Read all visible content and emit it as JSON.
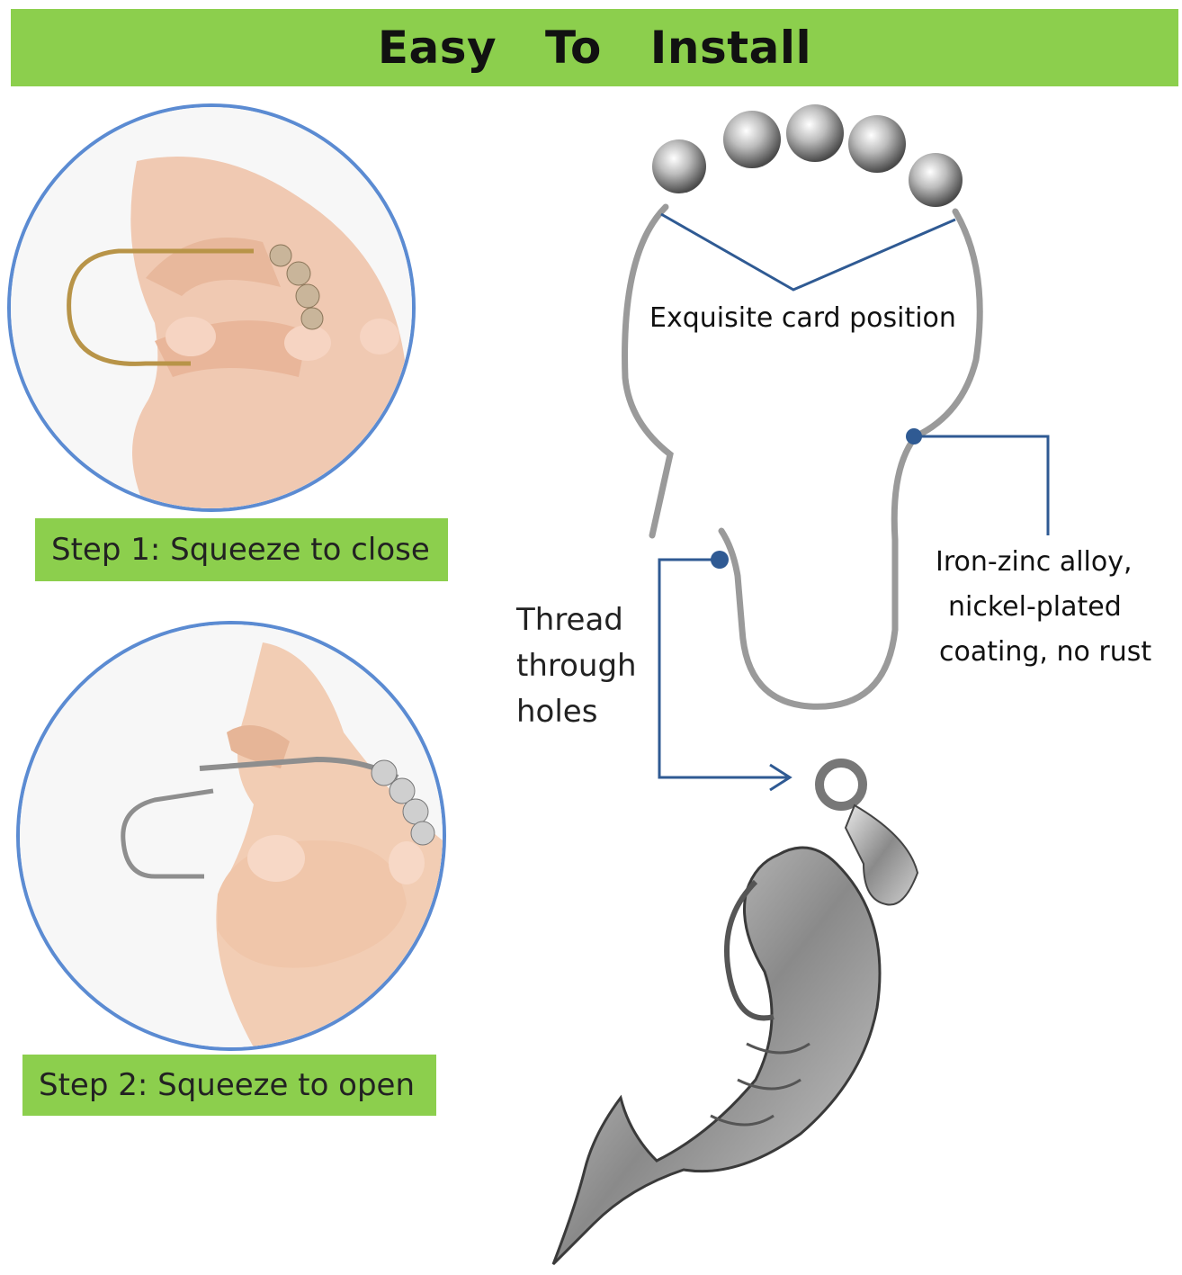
{
  "banner": {
    "title": "Easy   To   Install"
  },
  "steps": [
    {
      "label": "Step 1: Squeeze to close"
    },
    {
      "label": "Step 2: Squeeze to open"
    }
  ],
  "callouts": {
    "card_position": "Exquisite card position",
    "alloy": [
      "Iron-zinc alloy,",
      "nickel-plated",
      "coating, no rust"
    ],
    "thread": [
      "Thread",
      "through",
      "holes"
    ]
  },
  "colors": {
    "banner_green": "#8ccf4d",
    "circle_border": "#5b8bd2",
    "callout_line": "#2f5a93"
  }
}
